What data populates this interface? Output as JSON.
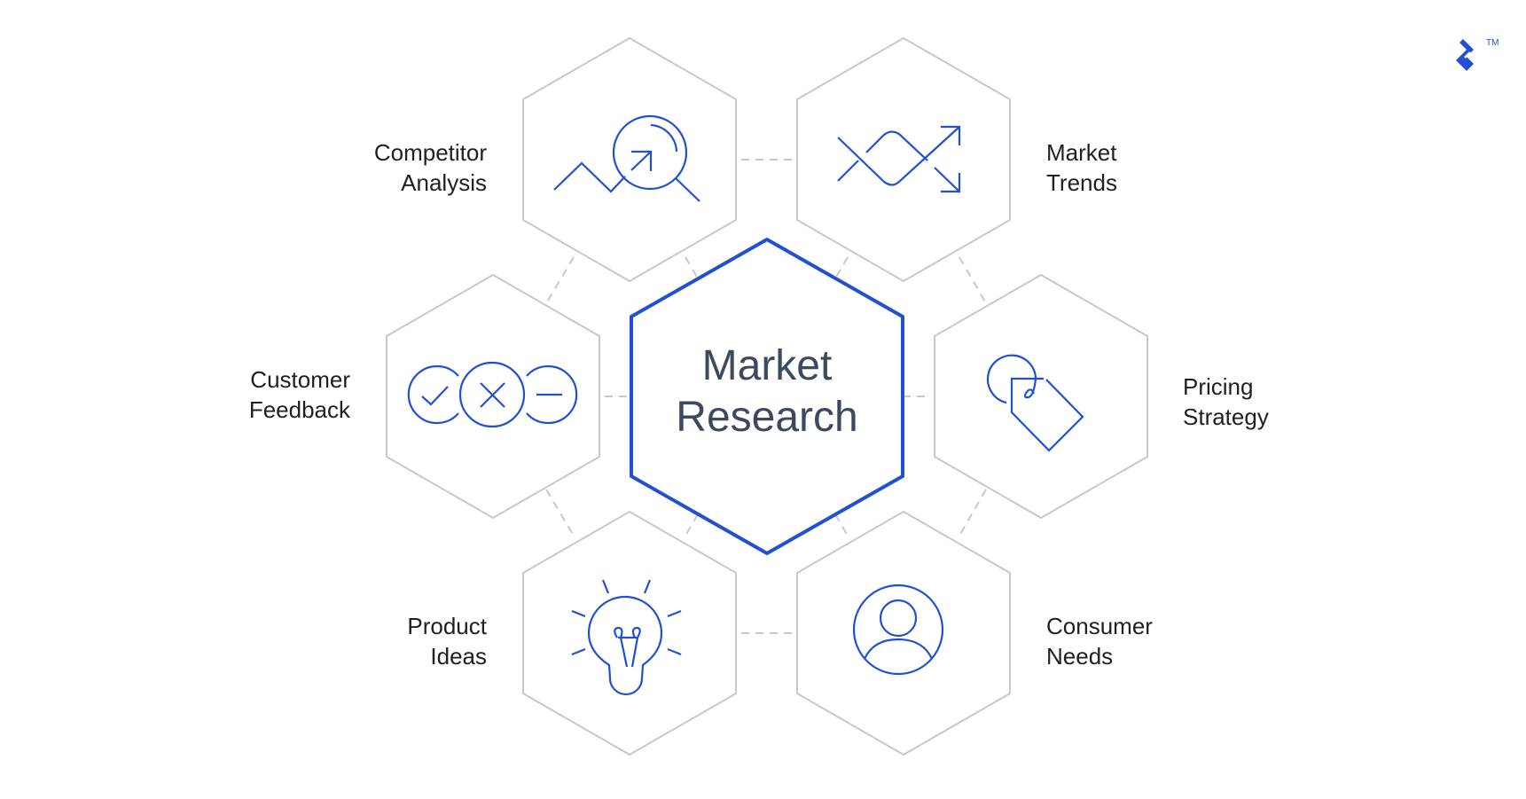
{
  "title": {
    "line1": "Market",
    "line2": "Research"
  },
  "nodes": [
    {
      "id": "competitor-analysis",
      "line1": "Competitor",
      "line2": "Analysis",
      "icon": "chart-magnifier-icon"
    },
    {
      "id": "market-trends",
      "line1": "Market",
      "line2": "Trends",
      "icon": "crossing-arrows-icon"
    },
    {
      "id": "customer-feedback",
      "line1": "Customer",
      "line2": "Feedback",
      "icon": "check-x-minus-icon"
    },
    {
      "id": "pricing-strategy",
      "line1": "Pricing",
      "line2": "Strategy",
      "icon": "price-tag-icon"
    },
    {
      "id": "product-ideas",
      "line1": "Product",
      "line2": "Ideas",
      "icon": "lightbulb-icon"
    },
    {
      "id": "consumer-needs",
      "line1": "Consumer",
      "line2": "Needs",
      "icon": "user-circle-icon"
    }
  ],
  "logo": {
    "icon": "toptal-logo-icon",
    "trademark": "TM"
  },
  "colors": {
    "accent": "#2150d2",
    "hex_border": "#c8c8cc",
    "connector": "#c8c8cc",
    "label_text": "#1f1f24",
    "title_text": "#3c4a60",
    "background": "#ffffff"
  }
}
